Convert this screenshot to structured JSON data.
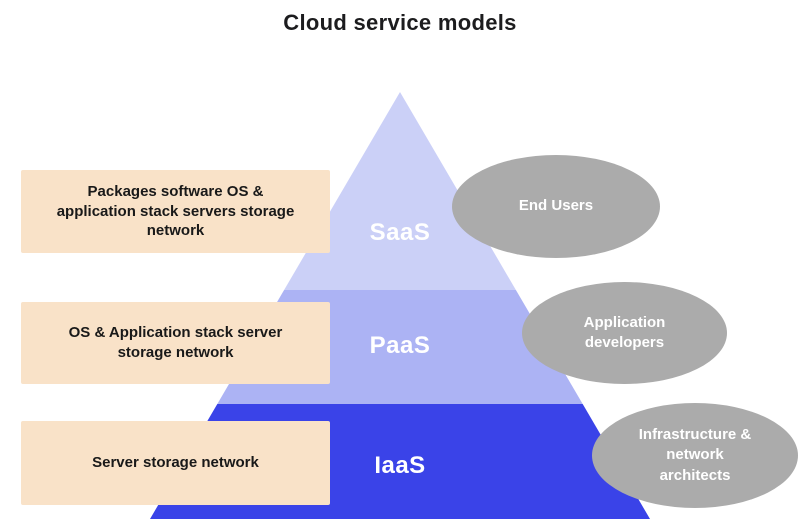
{
  "title": "Cloud service models",
  "tiers": [
    {
      "id": "saas",
      "label": "SaaS",
      "color": "#cbd0f7",
      "description": {
        "lines": [
          "Packages software OS &",
          "application stack servers storage",
          "network"
        ]
      },
      "audience": {
        "lines": [
          "End Users"
        ]
      }
    },
    {
      "id": "paas",
      "label": "PaaS",
      "color": "#acb3f4",
      "description": {
        "lines": [
          "OS & Application stack server",
          "storage network"
        ]
      },
      "audience": {
        "lines": [
          "Application",
          "developers"
        ]
      }
    },
    {
      "id": "iaas",
      "label": "IaaS",
      "color": "#3a43e8",
      "description": {
        "lines": [
          "Server storage network"
        ]
      },
      "audience": {
        "lines": [
          "Infrastructure &",
          "network",
          "architects"
        ]
      }
    }
  ],
  "styles": {
    "description_box_bg": "#f9e2c8",
    "audience_ellipse_bg": "#ababab",
    "tier_label_color": "#ffffff",
    "title_color": "#1c1c1e"
  }
}
